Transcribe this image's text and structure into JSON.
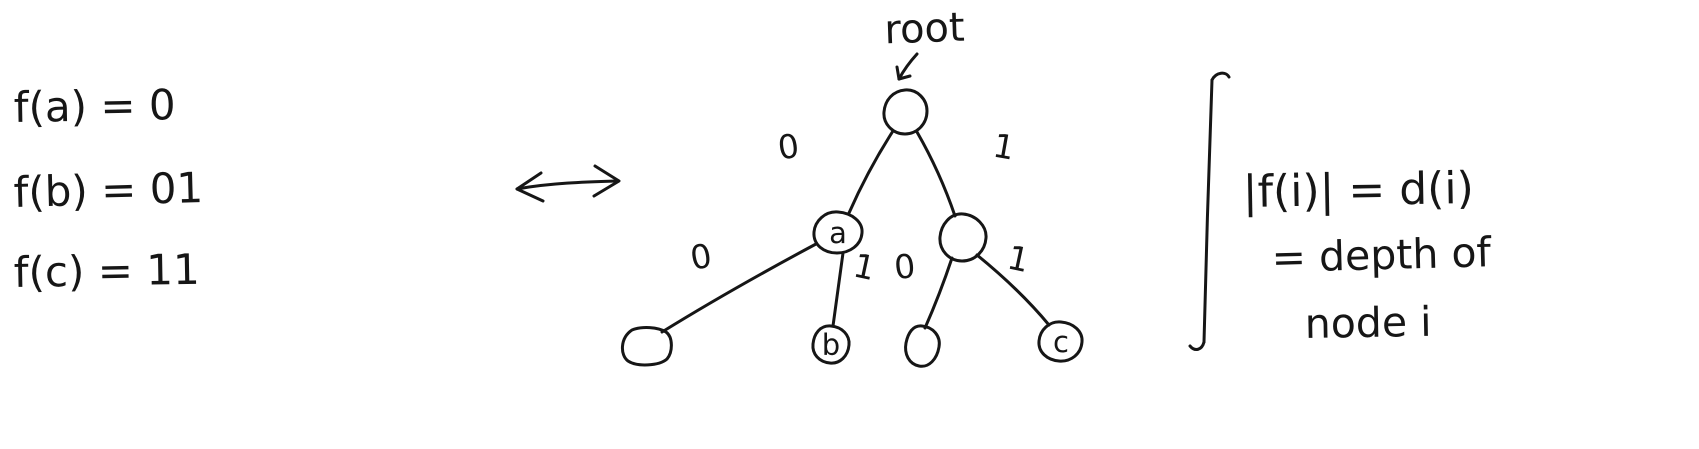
{
  "equations": {
    "fa": "f(a) = 0",
    "fb": "f(b) = 01",
    "fc": "f(c) = 11"
  },
  "tree": {
    "root_caption": "root",
    "node_labels": {
      "a": "a",
      "b": "b",
      "c": "c"
    },
    "edge_labels": {
      "root_a": "0",
      "root_r": "1",
      "a_leaf": "0",
      "a_b": "1",
      "r_leaf": "0",
      "r_c": "1"
    }
  },
  "annotation": {
    "line1": "|f(i)| = d(i)",
    "line2": "= depth of",
    "line3": "node i"
  },
  "colors": {
    "ink": "#161616",
    "background": "#ffffff"
  }
}
